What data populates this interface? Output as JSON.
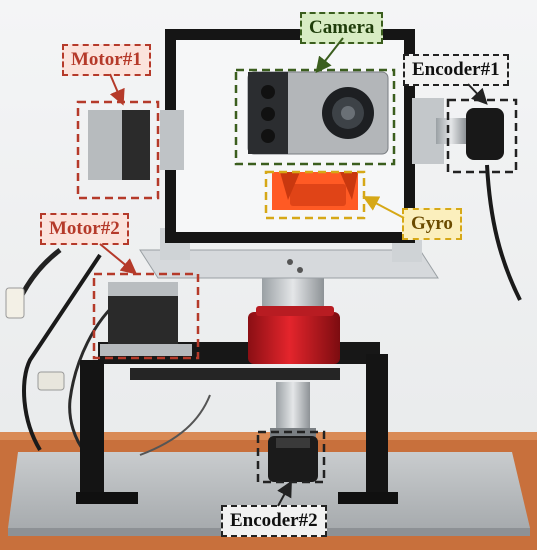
{
  "labels": {
    "camera": "Camera",
    "motor1": "Motor#1",
    "motor2": "Motor#2",
    "encoder1": "Encoder#1",
    "encoder2": "Encoder#2",
    "gyro": "Gyro"
  },
  "colors": {
    "camera": "#3b5e1e",
    "camera_fill": "#d8ecc4",
    "motor": "#b53a2a",
    "motor_fill": "#fbe3dc",
    "encoder": "#222222",
    "encoder_fill": "#f2f2f2",
    "gyro": "#d6a817",
    "gyro_fill": "#fbefbd"
  }
}
